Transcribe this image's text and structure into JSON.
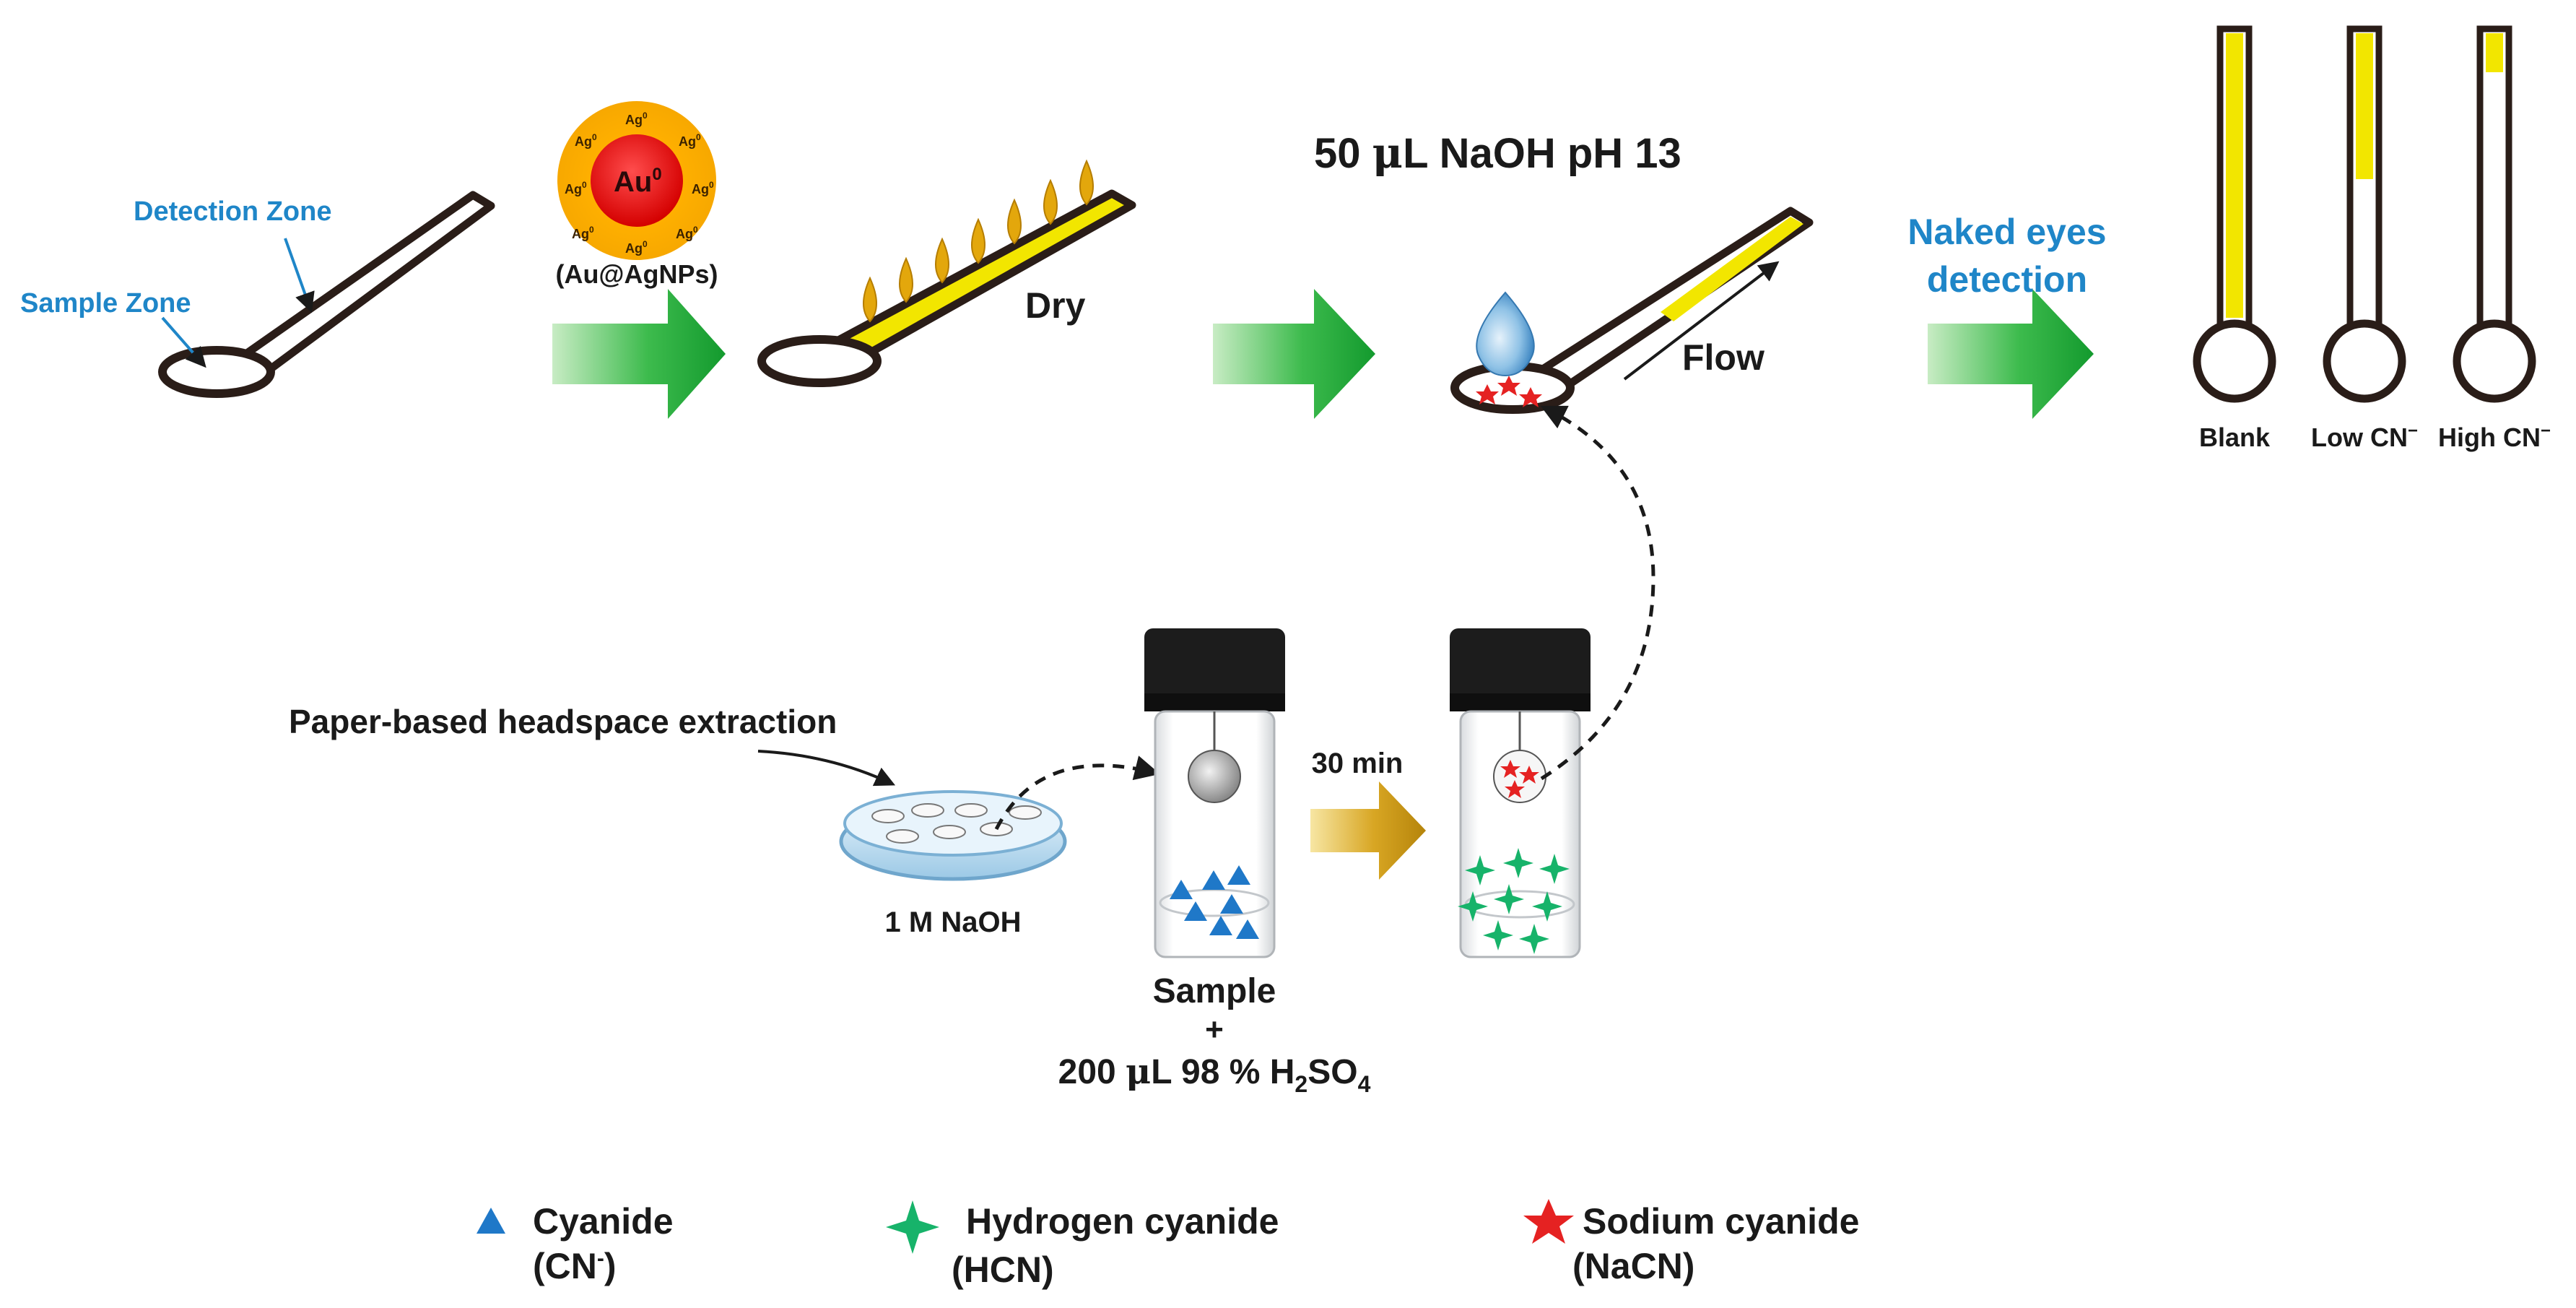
{
  "colors": {
    "accent_blue": "#1f86c8",
    "strip_yellow": "#f2e600",
    "arrow_green": "#1ea33a",
    "arrow_gold": "#c9920c",
    "cyanide_blue": "#1f78c8",
    "hcn_green": "#17b36a",
    "nacn_red": "#e52222"
  },
  "step1": {
    "detection_zone": "Detection Zone",
    "sample_zone": "Sample Zone"
  },
  "nanoparticle": {
    "core_label": "Au",
    "core_sup": "0",
    "shell_label": "Ag",
    "shell_sup": "0",
    "caption": "(Au@AgNPs)"
  },
  "step2": {
    "dry": "Dry"
  },
  "step3": {
    "title_pre": "50 ",
    "title_mu": "μ",
    "title_post": "L NaOH pH 13",
    "flow": "Flow"
  },
  "step4": {
    "naked_line1": "Naked eyes",
    "naked_line2": "detection",
    "results": [
      {
        "label": "Blank",
        "fill": 1.0
      },
      {
        "label": "Low CN",
        "sup": "−",
        "fill": 0.52
      },
      {
        "label": "High CN",
        "sup": "−",
        "fill": 0.15
      }
    ]
  },
  "extraction": {
    "title": "Paper-based headspace extraction",
    "dish_label": "1 M NaOH",
    "time_label": "30 min",
    "sample_line1": "Sample",
    "sample_line2": "+",
    "sample_line3_pre": "200 ",
    "sample_line3_mu": "μ",
    "sample_line3_mid": "L 98 % H",
    "sample_line3_sub1": "2",
    "sample_line3_so": "SO",
    "sample_line3_sub2": "4"
  },
  "legend": {
    "cyanide_name": "Cyanide",
    "cyanide_formula": "(CN",
    "cyanide_sup": "-",
    "cyanide_close": ")",
    "hcn_name": "Hydrogen cyanide",
    "hcn_formula": "(HCN)",
    "nacn_name": "Sodium cyanide",
    "nacn_formula": "(NaCN)"
  }
}
